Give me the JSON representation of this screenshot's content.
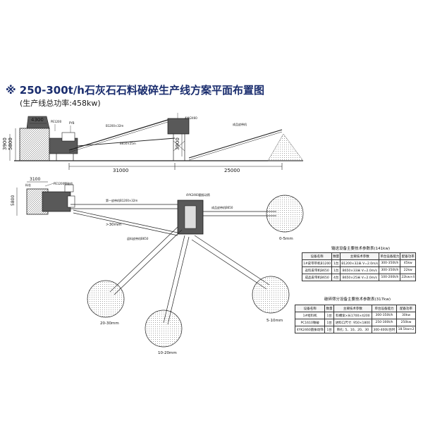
{
  "header": {
    "title": "※ 250-300t/h石灰石石料破碎生产线方案平面布置图",
    "subtitle": "(生产线总功率:458kw)"
  },
  "elevation": {
    "dims": {
      "left_h1": "5800",
      "left_h2": "3900",
      "top_w": "4300",
      "mid_h": "3900",
      "span_a": "31000",
      "span_b": "25000"
    },
    "labels": {
      "crusher": "PE1200",
      "cone": "PYB",
      "screen": "4YK2460",
      "belt_a": "B1200×32m",
      "belt_b": "B650×25m",
      "stock": "成品皮带机"
    }
  },
  "plan": {
    "dims": {
      "h": "5800",
      "w": "3100"
    },
    "labels": {
      "hopper": "料仓",
      "crusher": "PE1200颚破机",
      "screen": "4YK2460圆振动筛",
      "belt_main": "第一皮带机B1200×32m",
      "belt_out": "成品皮带机B650",
      "belt_return": "返料皮带机B650",
      "size_big": ">30mm"
    },
    "piles": [
      {
        "label": "0-5mm"
      },
      {
        "label": "20-30mm"
      },
      {
        "label": "10-20mm"
      },
      {
        "label": "5-10mm"
      }
    ]
  },
  "table1": {
    "title": "输送设备主要技术参数表(141kw)",
    "headers": [
      "设备名称",
      "数量",
      "主要技术参数",
      "单台设备能力",
      "配备功率"
    ],
    "rows": [
      [
        "1#皮带带机B1200",
        "1台",
        "B1200×32米 V=2.0m/s",
        "300-350t/h",
        "45kw"
      ],
      [
        "返料皮带机B650",
        "1台",
        "B650×33米 V=2.0m/s",
        "300-350t/h",
        "22kw"
      ],
      [
        "成品皮带机B650",
        "4台",
        "B650×25米 V=2.0m/s",
        "100-200t/h",
        "22kw×4"
      ]
    ]
  },
  "table2": {
    "title": "破碎筛分设备主要技术参数表(317kw)",
    "headers": [
      "设备名称",
      "数量",
      "主要技术参数",
      "单台设备能力",
      "配备功率"
    ],
    "rows": [
      [
        "1#给料机",
        "1台",
        "料槽宽×长1700×4200",
        "300-350t/h",
        "30kw"
      ],
      [
        "PC1610锤破",
        "1台",
        "进料口尺寸: 950×1800",
        "250-300t/h",
        "250kw"
      ],
      [
        "4YK2460圆振动筛",
        "1台",
        "筛孔: 5、10、20、30",
        "300-400t/台时",
        "18.5kw×2"
      ]
    ]
  }
}
